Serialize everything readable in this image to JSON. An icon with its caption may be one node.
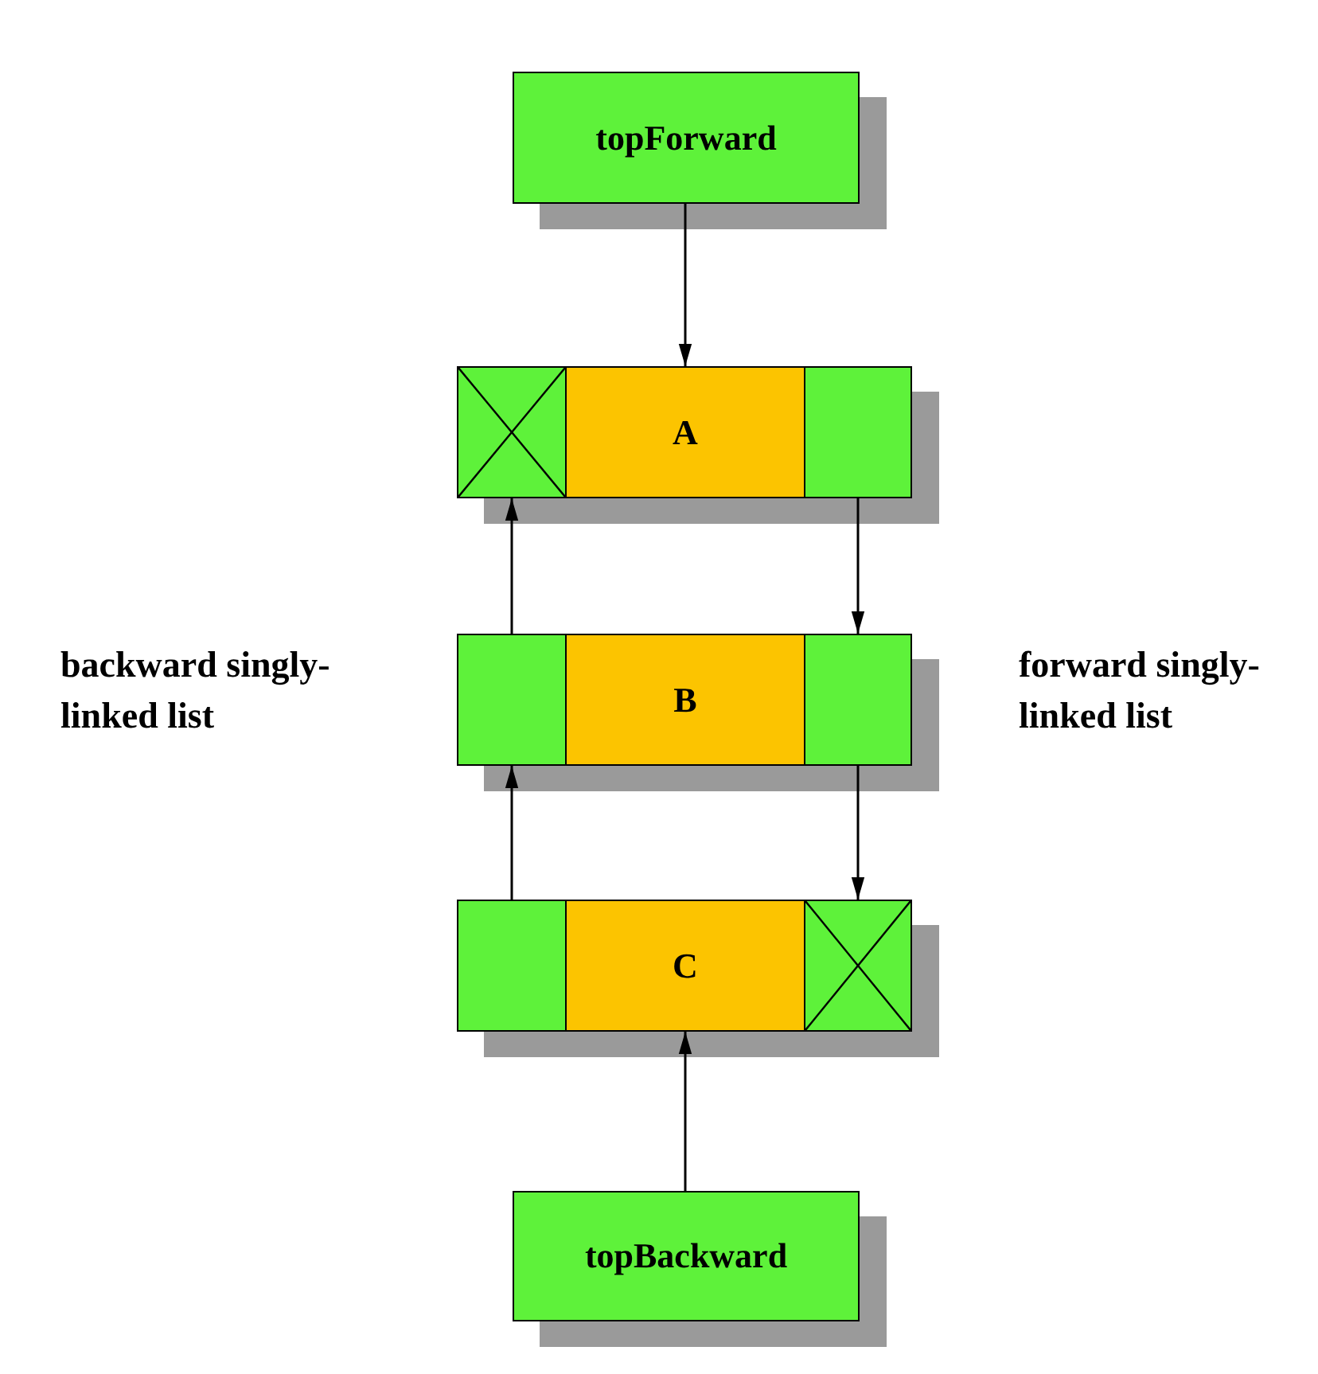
{
  "diagram": {
    "nodes": [
      {
        "text": [
          "topForward"
        ]
      },
      {
        "text": [],
        "shape": "crossed-box"
      },
      {
        "text": [
          "A"
        ]
      },
      {
        "text": [],
        "shape": "box"
      },
      {
        "text": [],
        "shape": "box"
      },
      {
        "text": [
          "B"
        ]
      },
      {
        "text": [],
        "shape": "box"
      },
      {
        "text": [],
        "shape": "box"
      },
      {
        "text": [
          "C"
        ]
      },
      {
        "text": [],
        "shape": "crossed-box"
      },
      {
        "text": [
          "topBackward"
        ]
      }
    ],
    "edges": [
      {
        "from": 0,
        "to": 2,
        "arrow": "to"
      },
      {
        "from": 3,
        "to": 6,
        "arrow": "to"
      },
      {
        "from": 6,
        "to": 9,
        "arrow": "to"
      },
      {
        "from": 7,
        "to": 4,
        "arrow": "to"
      },
      {
        "from": 4,
        "to": 1,
        "arrow": "to"
      },
      {
        "from": 10,
        "to": 8,
        "arrow": "to"
      }
    ],
    "labels": [
      "backward singly-linked list",
      "forward singly-linked list"
    ]
  }
}
